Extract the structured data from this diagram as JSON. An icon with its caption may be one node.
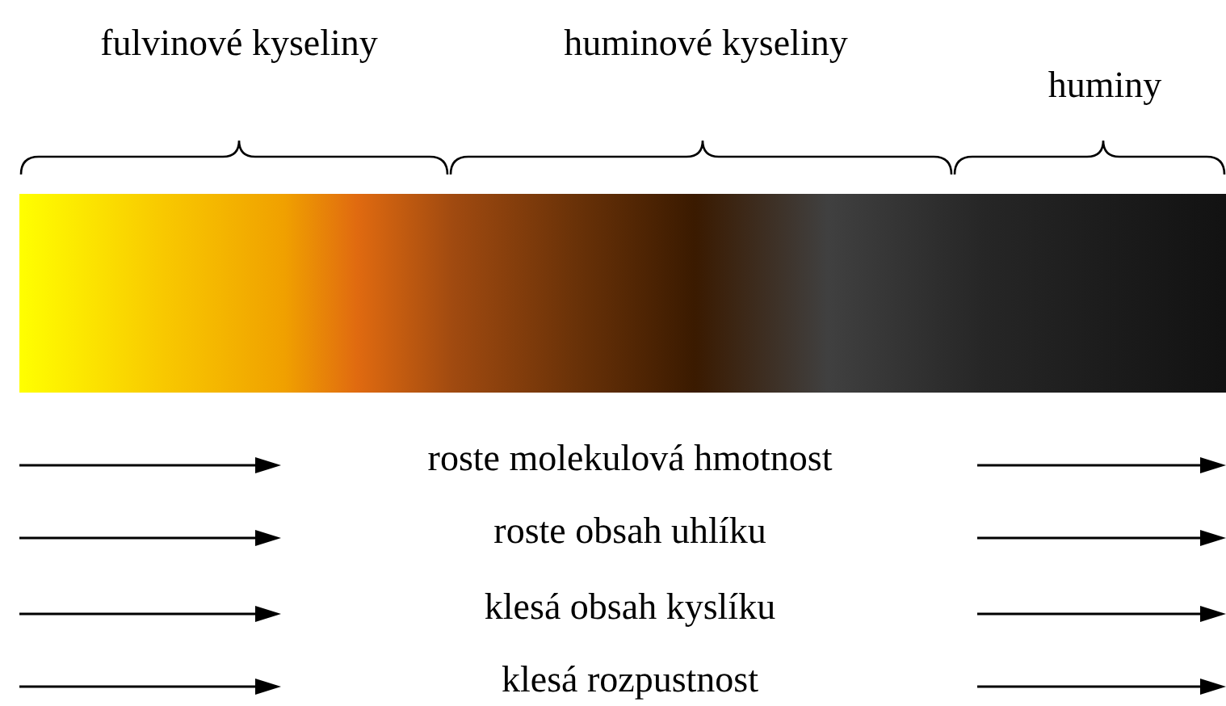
{
  "diagram": {
    "nodes": [
      {
        "text": [],
        "shape": "bar"
      }
    ],
    "labels": [
      "fulvinové kyseliny",
      "huminové kyseliny",
      "huminy",
      "roste molekulová hmotnost",
      "roste obsah uhlíku",
      "klesá obsah kyslíku",
      "klesá rozpustnost"
    ]
  }
}
